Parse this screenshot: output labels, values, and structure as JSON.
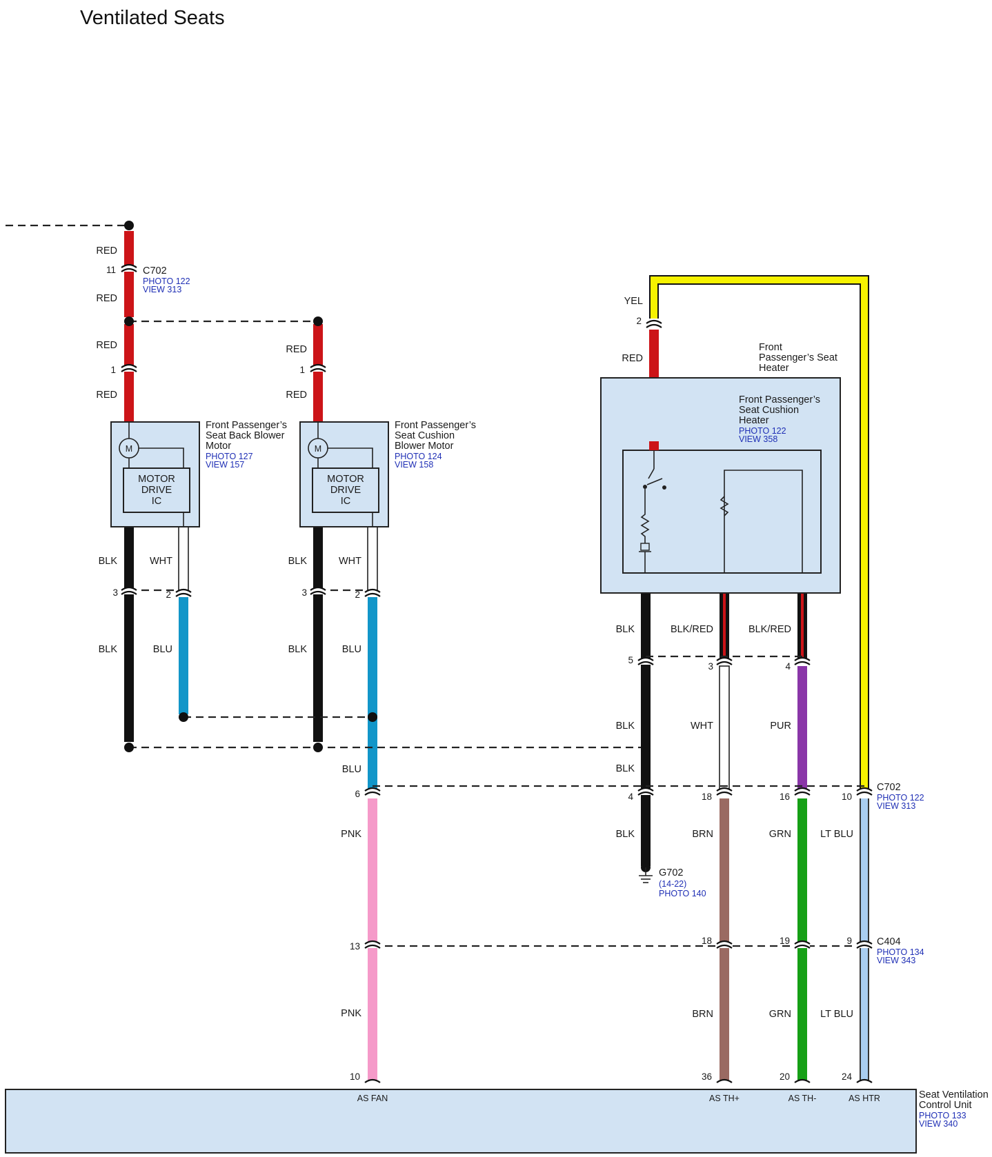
{
  "title": "Ventilated Seats",
  "colors": {
    "RED": "#cc1418",
    "BLK": "#111111",
    "WHT": "#ffffff",
    "BLU": "#1296c9",
    "YEL": "#f6f200",
    "PUR": "#8a36a8",
    "PNK": "#f59ac9",
    "BRN": "#9a6a62",
    "GRN": "#16a016",
    "LT BLU": "#a9cdf0",
    "BLK/RED": "#111111",
    "box_fill": "#d2e3f3"
  },
  "components": {
    "seat_back_motor": {
      "name": [
        "Front Passenger’s",
        "Seat Back Blower",
        "Motor"
      ],
      "photo": "PHOTO 127",
      "view": "VIEW 157",
      "ic": [
        "MOTOR",
        "DRIVE",
        "IC"
      ],
      "motor_symbol": "M"
    },
    "cushion_motor": {
      "name": [
        "Front Passenger’s",
        "Seat Cushion",
        "Blower Motor"
      ],
      "photo": "PHOTO 124",
      "view": "VIEW 158",
      "ic": [
        "MOTOR",
        "DRIVE",
        "IC"
      ],
      "motor_symbol": "M"
    },
    "seat_heater": {
      "name": [
        "Front",
        "Passenger’s Seat",
        "Heater"
      ]
    },
    "cushion_heater": {
      "name": [
        "Front Passenger’s",
        "Seat Cushion",
        "Heater"
      ],
      "photo": "PHOTO 122",
      "view": "VIEW 358"
    },
    "control_unit": {
      "name": [
        "Seat Ventilation",
        "Control Unit"
      ],
      "photo": "PHOTO 133",
      "view": "VIEW 340",
      "terminals": [
        "AS FAN",
        "AS TH+",
        "AS TH-",
        "AS HTR"
      ]
    }
  },
  "connectors": {
    "c702_top": {
      "name": "C702",
      "photo": "PHOTO 122",
      "view": "VIEW 313"
    },
    "c702_right": {
      "name": "C702",
      "photo": "PHOTO 122",
      "view": "VIEW 313"
    },
    "c404": {
      "name": "C404",
      "photo": "PHOTO 134",
      "view": "VIEW 343"
    },
    "g702": {
      "name": "G702",
      "pages": "(14-22)",
      "photo": "PHOTO 140"
    }
  },
  "wires": {
    "w1": [
      "RED",
      "RED",
      "RED",
      "RED"
    ],
    "w2": [
      "RED",
      "RED"
    ],
    "motor1_out": [
      "BLK",
      "WHT",
      "BLK",
      "BLU"
    ],
    "motor2_out": [
      "BLK",
      "WHT",
      "BLK",
      "BLU"
    ],
    "fan": [
      "BLU",
      "PNK",
      "PNK"
    ],
    "heater_in": [
      "YEL",
      "RED"
    ],
    "heater_out": [
      "BLK",
      "BLK/RED",
      "BLK/RED"
    ],
    "heater_mid": [
      "BLK",
      "WHT",
      "PUR",
      "BLK"
    ],
    "lower_row1": [
      "BLK",
      "BRN",
      "GRN",
      "LT BLU"
    ],
    "lower_row2": [
      "BRN",
      "GRN",
      "LT BLU"
    ]
  },
  "pins": {
    "c702_top": "11",
    "w1_lower": "1",
    "w2_lower": "1",
    "m1_blk": "3",
    "m1_wht": "2",
    "m2_blk": "3",
    "m2_wht": "2",
    "yel": "2",
    "h_blk": "5",
    "h_a": "3",
    "h_b": "4",
    "fan_c702": "6",
    "gnd_c702": "4",
    "brn_c702": "18",
    "grn_c702": "16",
    "ltblu_c702": "10",
    "fan_c404": "13",
    "brn_c404": "18",
    "grn_c404": "19",
    "ltblu_c404": "9",
    "fan_cu": "10",
    "brn_cu": "36",
    "grn_cu": "20",
    "ltblu_cu": "24"
  }
}
